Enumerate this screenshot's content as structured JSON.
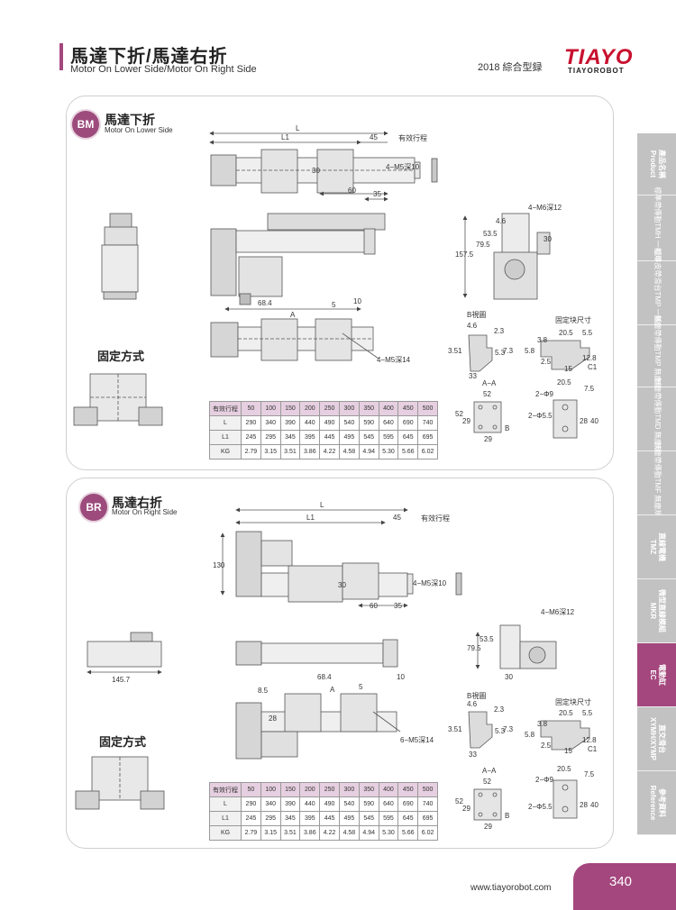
{
  "header": {
    "title": "馬達下折/馬達右折",
    "subtitle": "Motor On Lower Side/Motor On Right Side",
    "catalog": "2018 綜合型録",
    "brand": "TIAYO",
    "brand_sub": "TIAYOROBOT"
  },
  "side_tabs": [
    {
      "zh": "產品名稱",
      "en": "Product"
    },
    {
      "zh": "標準帶傳動TMH 一般規格",
      "en": ""
    },
    {
      "zh": "標準皮帶滑台TMP 一般規格",
      "en": ""
    },
    {
      "zh": "無塵帶傳動TMP 無塵規格",
      "en": ""
    },
    {
      "zh": "無塵帶傳動TMD 無塵規格",
      "en": ""
    },
    {
      "zh": "無塵帶傳動TMF 無塵規格",
      "en": ""
    },
    {
      "zh": "直線電機",
      "en": "TMZ"
    },
    {
      "zh": "微型直線模組",
      "en": "MKR"
    },
    {
      "zh": "電動缸",
      "en": "EC"
    },
    {
      "zh": "直交滑台",
      "en": "XYMH/XYMP"
    },
    {
      "zh": "參考資料",
      "en": "Reference"
    }
  ],
  "sections": [
    {
      "badge": "BM",
      "title_zh": "馬達下折",
      "title_en": "Motor On Lower Side",
      "fix_label": "固定方式",
      "dims": {
        "L": "L",
        "L1": "L1",
        "d45": "45",
        "stroke": "有效行程",
        "d30": "30",
        "m5": "4−M5深10",
        "d60": "60",
        "d35": "35",
        "m6": "4−M6深12",
        "d4_6": "4.6",
        "d53_5": "53.5",
        "d79_5": "79.5",
        "d157_5": "157.5",
        "d30b": "30",
        "d68_4": "68.4",
        "d5": "5",
        "d10": "10",
        "A": "A",
        "m5b": "4−M5深14",
        "bview": "B視圖",
        "fixsize": "固定块尺寸"
      },
      "table": {
        "head": [
          "有效行程",
          "50",
          "100",
          "150",
          "200",
          "250",
          "300",
          "350",
          "400",
          "450",
          "500"
        ],
        "rows": [
          [
            "L",
            "290",
            "340",
            "390",
            "440",
            "490",
            "540",
            "590",
            "640",
            "690",
            "740"
          ],
          [
            "L1",
            "245",
            "295",
            "345",
            "395",
            "445",
            "495",
            "545",
            "595",
            "645",
            "695"
          ],
          [
            "KG",
            "2.79",
            "3.15",
            "3.51",
            "3.86",
            "4.22",
            "4.58",
            "4.94",
            "5.30",
            "5.66",
            "6.02"
          ]
        ]
      }
    },
    {
      "badge": "BR",
      "title_zh": "馬達右折",
      "title_en": "Motor On Right Side",
      "fix_label": "固定方式",
      "dims": {
        "L": "L",
        "L1": "L1",
        "d45": "45",
        "stroke": "有效行程",
        "d130": "130",
        "d30": "30",
        "m5": "4−M5深10",
        "d60": "60",
        "d35": "35",
        "m6": "4−M6深12",
        "d53_5": "53.5",
        "d79_5": "79.5",
        "d30b": "30",
        "d145_7": "145.7",
        "d68_4": "68.4",
        "d5": "5",
        "d10": "10",
        "d8_5": "8.5",
        "d28": "28",
        "A": "A",
        "m5b": "6−M5深14",
        "bview": "B視圖",
        "fixsize": "固定块尺寸"
      },
      "table": {
        "head": [
          "有效行程",
          "50",
          "100",
          "150",
          "200",
          "250",
          "300",
          "350",
          "400",
          "450",
          "500"
        ],
        "rows": [
          [
            "L",
            "290",
            "340",
            "390",
            "440",
            "490",
            "540",
            "590",
            "640",
            "690",
            "740"
          ],
          [
            "L1",
            "245",
            "295",
            "345",
            "395",
            "445",
            "495",
            "545",
            "595",
            "645",
            "695"
          ],
          [
            "KG",
            "2.79",
            "3.15",
            "3.51",
            "3.86",
            "4.22",
            "4.58",
            "4.94",
            "5.30",
            "5.66",
            "6.02"
          ]
        ]
      }
    }
  ],
  "bview_dims": {
    "a": "4.6",
    "b": "2.3",
    "c": "3.51",
    "d": "5.3",
    "e": "7.3",
    "f": "33",
    "aa": "A−A",
    "g": "52",
    "h": "52",
    "i": "29",
    "j": "29",
    "k": "B"
  },
  "fix_dims": {
    "a": "20.5",
    "b": "5.5",
    "c": "3.8",
    "d": "5.8",
    "e": "2.5",
    "f": "15",
    "g": "12.8",
    "h": "C1",
    "i": "20.5",
    "j": "7.5",
    "k": "2−Φ9",
    "l": "2−Φ5.5",
    "m": "28",
    "n": "40"
  },
  "footer": {
    "url": "www.tiayorobot.com",
    "page": "340"
  }
}
